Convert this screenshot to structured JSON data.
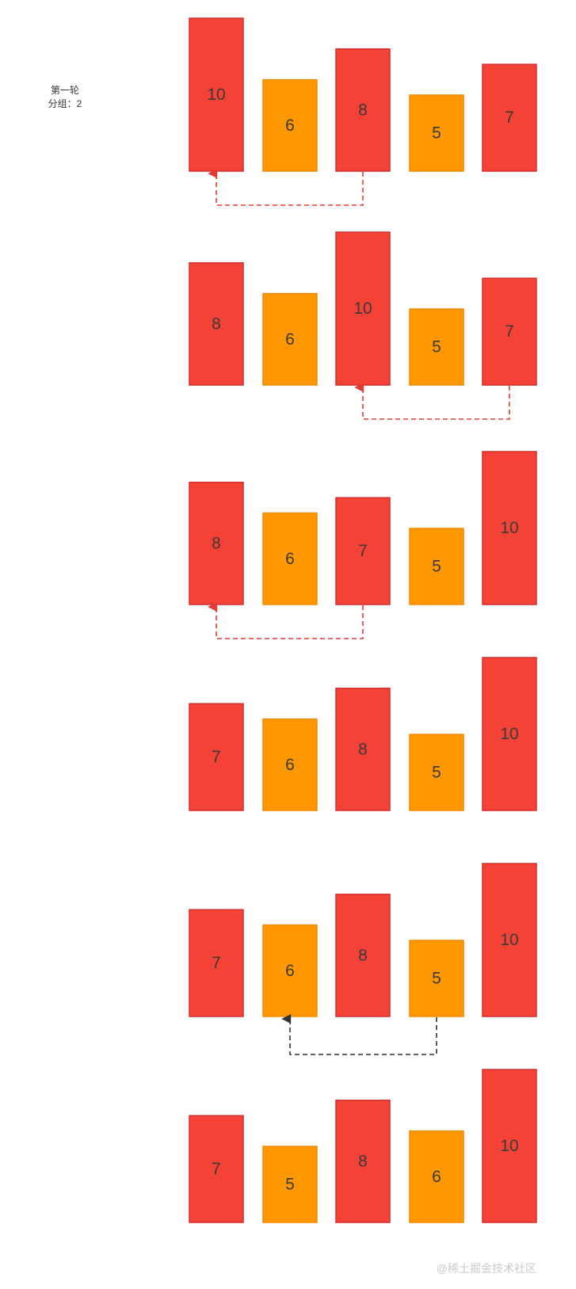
{
  "colors": {
    "red": "#f44336",
    "orange": "#ff9800",
    "red_arrow": "#e53935",
    "dark_arrow": "#333333"
  },
  "label": {
    "round": "第一轮",
    "group": "分组：2"
  },
  "steps": [
    {
      "values": [
        10,
        6,
        8,
        5,
        7
      ],
      "arrow": {
        "from": 2,
        "to": 0,
        "color": "red"
      }
    },
    {
      "values": [
        8,
        6,
        10,
        5,
        7
      ],
      "arrow": {
        "from": 4,
        "to": 2,
        "color": "red"
      }
    },
    {
      "values": [
        8,
        6,
        7,
        5,
        10
      ],
      "arrow": {
        "from": 2,
        "to": 0,
        "color": "red"
      }
    },
    {
      "values": [
        7,
        6,
        8,
        5,
        10
      ],
      "arrow": null
    },
    {
      "values": [
        7,
        6,
        8,
        5,
        10
      ],
      "arrow": {
        "from": 3,
        "to": 1,
        "color": "dark"
      }
    },
    {
      "values": [
        7,
        5,
        8,
        6,
        10
      ],
      "arrow": null
    }
  ],
  "watermark": "@稀土掘金技术社区"
}
